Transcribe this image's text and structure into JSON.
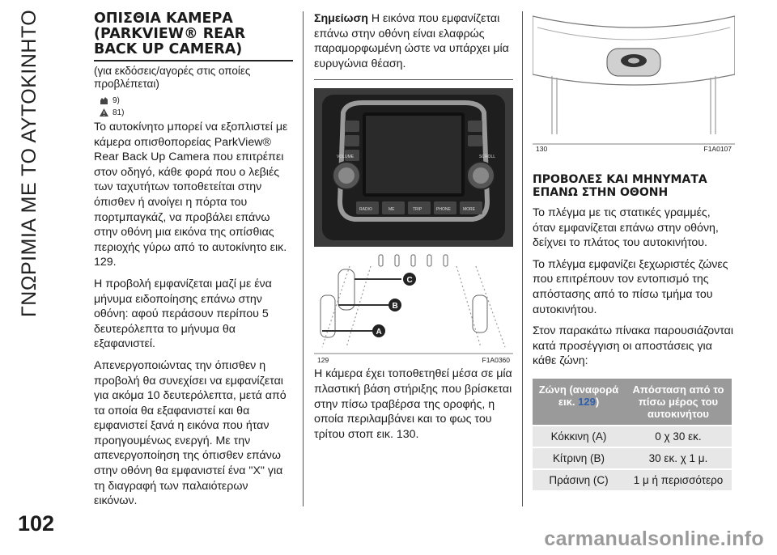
{
  "side_title": "ΓΝΩΡΙΜΙΑ ΜΕ ΤΟ ΑΥΤΟΚΙΝΗΤΟ",
  "page_number": "102",
  "watermark": "carmanualsonline.info",
  "col1": {
    "heading": "ΟΠΙΣΘΙΑ ΚΑΜΕΡΑ (PARKVIEW® REAR BACK UP CAMERA)",
    "subtitle": "(για εκδόσεις/αγορές στις οποίες προβλέπεται)",
    "warn1": "9)",
    "warn2": "81)",
    "p1": "Το αυτοκίνητο μπορεί να εξοπλιστεί με κάμερα οπισθοπορείας ParkView® Rear Back Up Camera που επιτρέπει στον οδηγό, κάθε φορά που ο λεβιές των ταχυτήτων τοποθετείται στην όπισθεν ή ανοίγει η πόρτα του πορτμπαγκάζ, να προβάλει επάνω στην οθόνη μια εικόνα της οπίσθιας περιοχής γύρω από το αυτοκίνητο εικ. 129.",
    "p2": "Η προβολή εμφανίζεται μαζί με ένα μήνυμα ειδοποίησης επάνω στην οθόνη: αφού περάσουν περίπου 5 δευτερόλεπτα το μήνυμα θα εξαφανιστεί.",
    "p3": "Απενεργοποιώντας την όπισθεν η προβολή θα συνεχίσει να εμφανίζεται για ακόμα 10 δευτερόλεπτα, μετά από τα οποία θα εξαφανιστεί και θα εμφανιστεί ξανά η εικόνα που ήταν προηγουμένως ενεργή. Με την απενεργοποίηση της όπισθεν επάνω στην οθόνη θα εμφανιστεί ένα \"X\" για τη διαγραφή των παλαιότερων εικόνων."
  },
  "col2": {
    "note_label": "Σημείωση",
    "note_text": "Η εικόνα που εμφανίζεται επάνω στην οθόνη είναι ελαφρώς παραμορφωμένη ώστε να υπάρχει μία ευρυγώνια θέαση.",
    "fig_num": "129",
    "fig_code": "F1A0360",
    "radio": {
      "volume": "VOLUME",
      "scroll": "SCROLL",
      "buttons": [
        "RADIO",
        "ME",
        "TRIP",
        "PHONE",
        "MORE"
      ]
    },
    "zone_labels": [
      "A",
      "B",
      "C"
    ],
    "p1": "Η κάμερα έχει τοποθετηθεί μέσα σε μία πλαστική βάση στήριξης που βρίσκεται στην πίσω τραβέρσα της οροφής, η οποία περιλαμβάνει και το φως του τρίτου στοπ εικ. 130."
  },
  "col3": {
    "fig_num": "130",
    "fig_code": "F1A0107",
    "heading": "ΠΡΟΒΟΛΕΣ ΚΑΙ ΜΗΝΥΜΑΤΑ ΕΠΑΝΩ ΣΤΗΝ ΟΘΟΝΗ",
    "p1": "Το πλέγμα με τις στατικές γραμμές, όταν εμφανίζεται επάνω στην οθόνη, δείχνει το πλάτος του αυτοκινήτου.",
    "p2": "Το πλέγμα εμφανίζει ξεχωριστές ζώνες που επιτρέπουν τον εντοπισμό της απόστασης από το πίσω τμήμα του αυτοκινήτου.",
    "p3": "Στον παρακάτω πίνακα παρουσιάζονται κατά προσέγγιση οι αποστάσεις για κάθε ζώνη:",
    "table": {
      "head_zone": "Ζώνη (αναφορά εικ.",
      "head_ref": "129",
      "head_close": ")",
      "head_distance": "Απόσταση από το πίσω μέρος του αυτοκινήτου",
      "rows": [
        {
          "zone": "Κόκκινη (A)",
          "distance": "0 χ 30 εκ."
        },
        {
          "zone": "Κίτρινη (B)",
          "distance": "30 εκ. χ 1 μ."
        },
        {
          "zone": "Πράσινη (C)",
          "distance": "1 μ ή περισσότερο"
        }
      ]
    }
  }
}
